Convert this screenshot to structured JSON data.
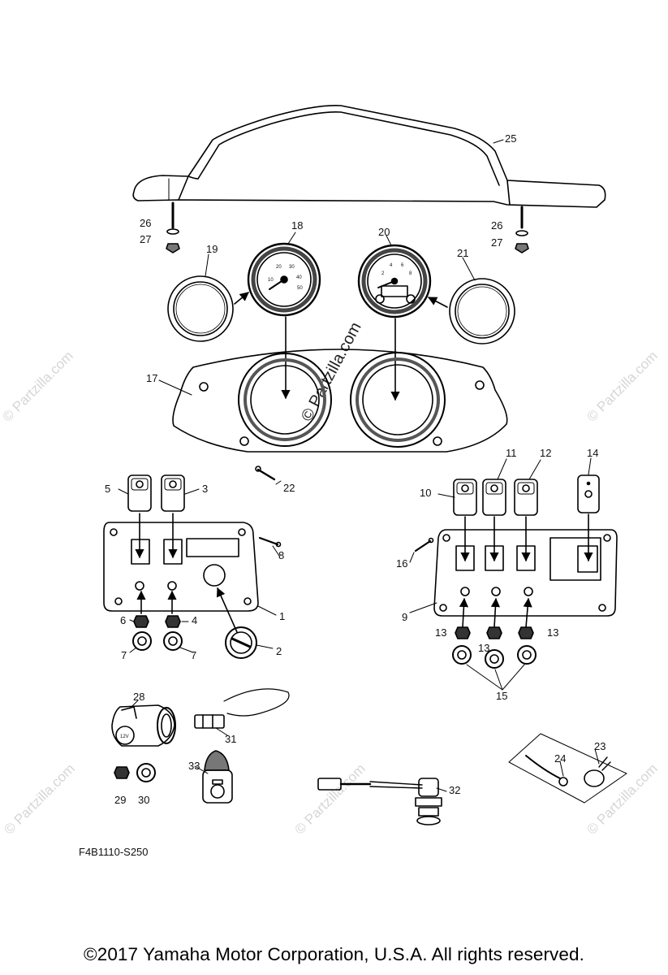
{
  "diagram": {
    "code": "F4B1110-S250",
    "copyright": "©2017 Yamaha Motor Corporation, U.S.A. All rights reserved.",
    "watermark": "© Partzilla.com",
    "watermark_center": "© Partzilla.com",
    "speedometer_marks": [
      "20",
      "30",
      "40",
      "50",
      "10"
    ],
    "tachometer_marks": [
      "2",
      "4",
      "6",
      "8"
    ],
    "socket_label": "12V",
    "callouts": {
      "c1": "1",
      "c2": "2",
      "c3": "3",
      "c4": "4",
      "c5": "5",
      "c6": "6",
      "c7a": "7",
      "c7b": "7",
      "c8": "8",
      "c9": "9",
      "c10": "10",
      "c11": "11",
      "c12": "12",
      "c13a": "13",
      "c13b": "13",
      "c13c": "13",
      "c14": "14",
      "c15": "15",
      "c16": "16",
      "c17": "17",
      "c18": "18",
      "c19": "19",
      "c20": "20",
      "c21": "21",
      "c22": "22",
      "c23": "23",
      "c24": "24",
      "c25": "25",
      "c26a": "26",
      "c26b": "26",
      "c27a": "27",
      "c27b": "27",
      "c28": "28",
      "c29": "29",
      "c30": "30",
      "c31": "31",
      "c32": "32",
      "c33": "33"
    }
  }
}
